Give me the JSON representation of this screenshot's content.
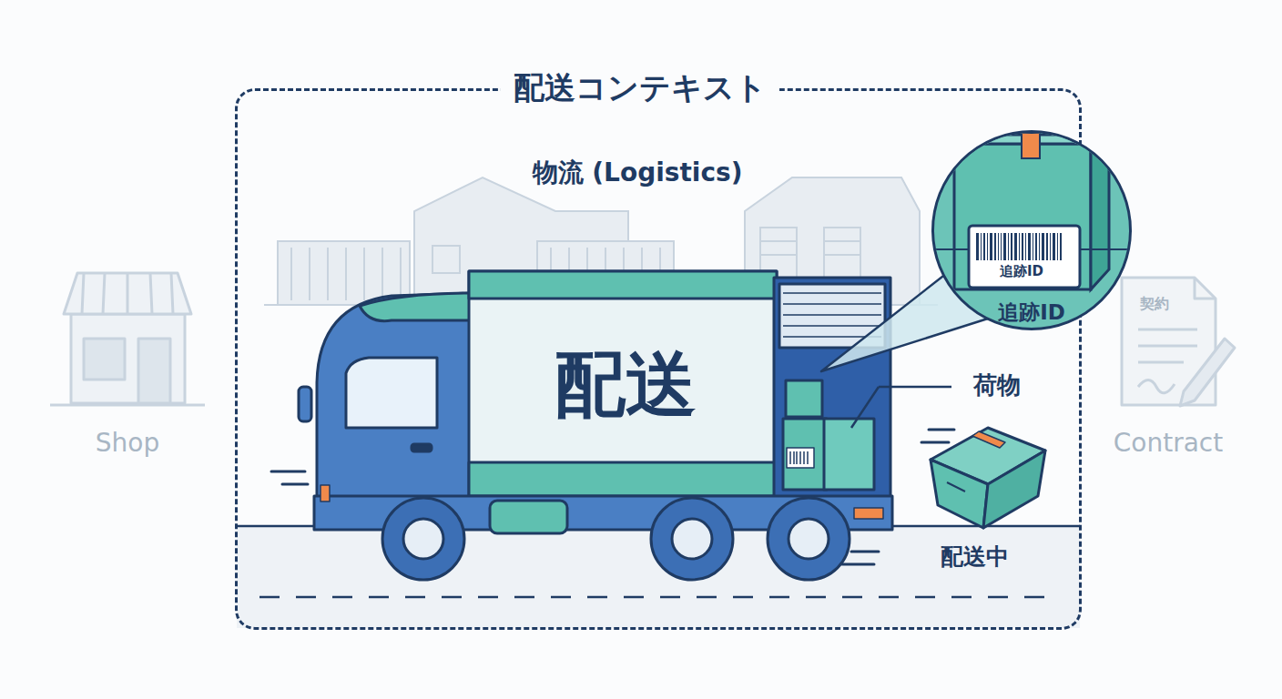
{
  "diagram": {
    "nodes": [
      {
        "text": [
          "配送コンテキスト"
        ]
      },
      {
        "text": [
          "配送"
        ],
        "in": 0
      },
      {
        "text": [
          "追跡ID",
          "追跡ID"
        ],
        "in": 0
      }
    ],
    "labels": [
      "物流 (Logistics)",
      "荷物",
      "配送中",
      "Shop",
      "Contract",
      "契約"
    ]
  }
}
